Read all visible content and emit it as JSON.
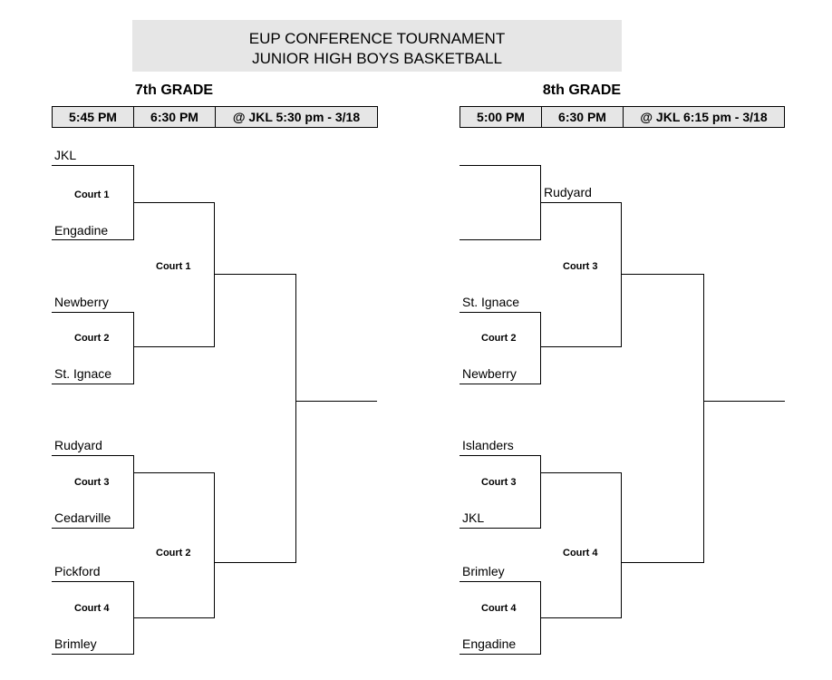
{
  "title": {
    "line1": "EUP CONFERENCE TOURNAMENT",
    "line2": "JUNIOR HIGH BOYS BASKETBALL"
  },
  "grade7": {
    "label": "7th GRADE",
    "headers": [
      "5:45 PM",
      "6:30 PM",
      "@ JKL  5:30 pm - 3/18"
    ],
    "teams": [
      "JKL",
      "Engadine",
      "Newberry",
      "St. Ignace",
      "Rudyard",
      "Cedarville",
      "Pickford",
      "Brimley"
    ],
    "courts_round1": [
      "Court 1",
      "Court 2",
      "Court 3",
      "Court 4"
    ],
    "courts_round2": [
      "Court 1",
      "Court 2"
    ]
  },
  "grade8": {
    "label": "8th GRADE",
    "headers": [
      "5:00 PM",
      "6:30 PM",
      "@ JKL 6:15 pm - 3/18"
    ],
    "bye_team": "Rudyard",
    "teams": [
      "St. Ignace",
      "Newberry",
      "Islanders",
      "JKL",
      "Brimley",
      "Engadine"
    ],
    "courts_round1": [
      "Court 2",
      "Court 3",
      "Court 4"
    ],
    "courts_round2": [
      "Court 3",
      "Court 4"
    ]
  }
}
